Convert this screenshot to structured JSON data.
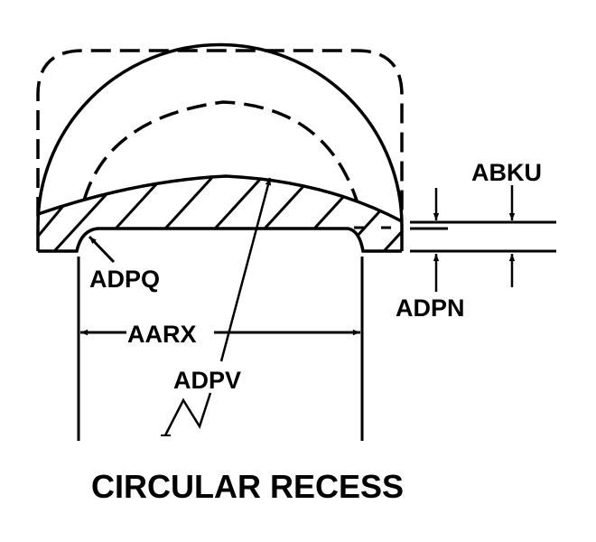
{
  "diagram": {
    "title": "CIRCULAR RECESS",
    "labels": {
      "thickness_top": "ABKU",
      "thickness_bottom": "ADPN",
      "corner_radius": "ADPQ",
      "diameter": "AARX",
      "depth": "ADPV"
    },
    "colors": {
      "ink": "#000000",
      "background": "#ffffff"
    }
  }
}
